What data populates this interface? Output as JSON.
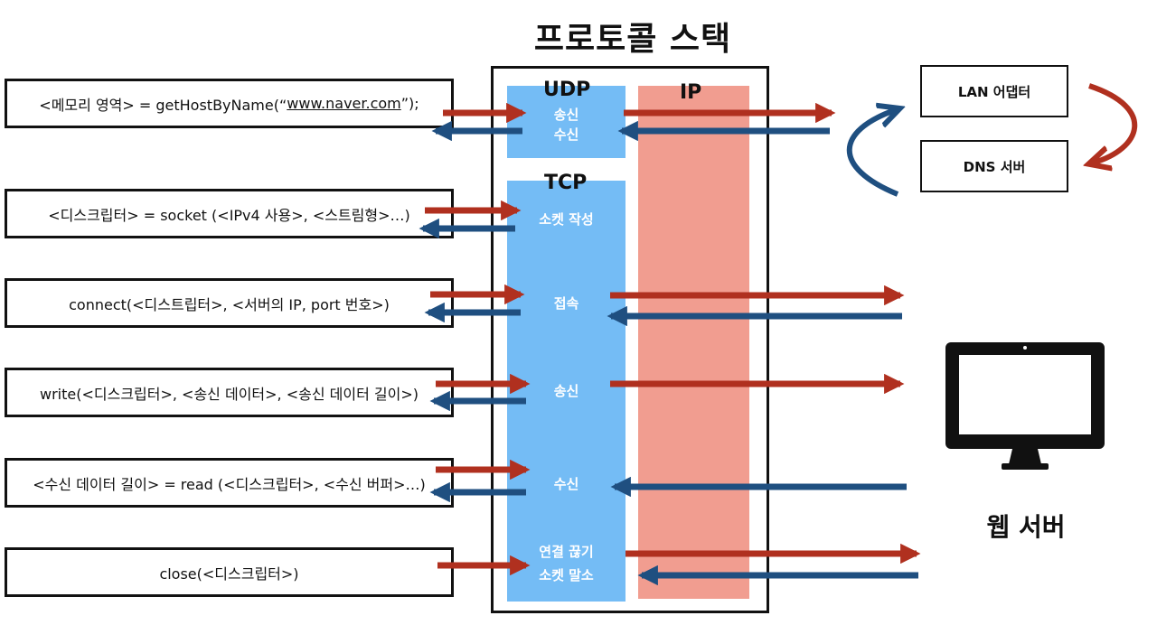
{
  "title": "프로토콜 스택",
  "calls": [
    {
      "pre": "<메모리 영역> = getHostByName(“",
      "link": "www.naver.com",
      "post": "”);"
    },
    {
      "pre": "<디스크립터> = socket (<IPv4 사용>, <스트림형>…)",
      "link": "",
      "post": ""
    },
    {
      "pre": "connect(<디스트립터>, <서버의 IP, port 번호>)",
      "link": "",
      "post": ""
    },
    {
      "pre": "write(<디스크립터>, <송신 데이터>, <송신 데이터 길이>)",
      "link": "",
      "post": ""
    },
    {
      "pre": "<수신 데이터 길이> = read (<디스크립터>, <수신 버퍼>…)",
      "link": "",
      "post": ""
    },
    {
      "pre": "close(<디스크립터>)",
      "link": "",
      "post": ""
    }
  ],
  "stack": {
    "udp_label": "UDP",
    "tcp_label": "TCP",
    "ip_label": "IP",
    "udp_op_1": "송신",
    "udp_op_2": "수신",
    "tcp_ops": {
      "create": "소켓 작성",
      "connect": "접속",
      "send": "송신",
      "receive": "수신",
      "close_1": "연결 끊기",
      "close_2": "소켓 말소"
    }
  },
  "side": {
    "lan": "LAN 어댑터",
    "dns": "DNS 서버",
    "web_server": "웹 서버"
  },
  "colors": {
    "request_arrow": "#b0301f",
    "response_arrow": "#1f4f80",
    "protocol_blue": "#74bcf5",
    "ip_red": "#f19d90"
  },
  "icons": [
    "monitor-icon"
  ]
}
